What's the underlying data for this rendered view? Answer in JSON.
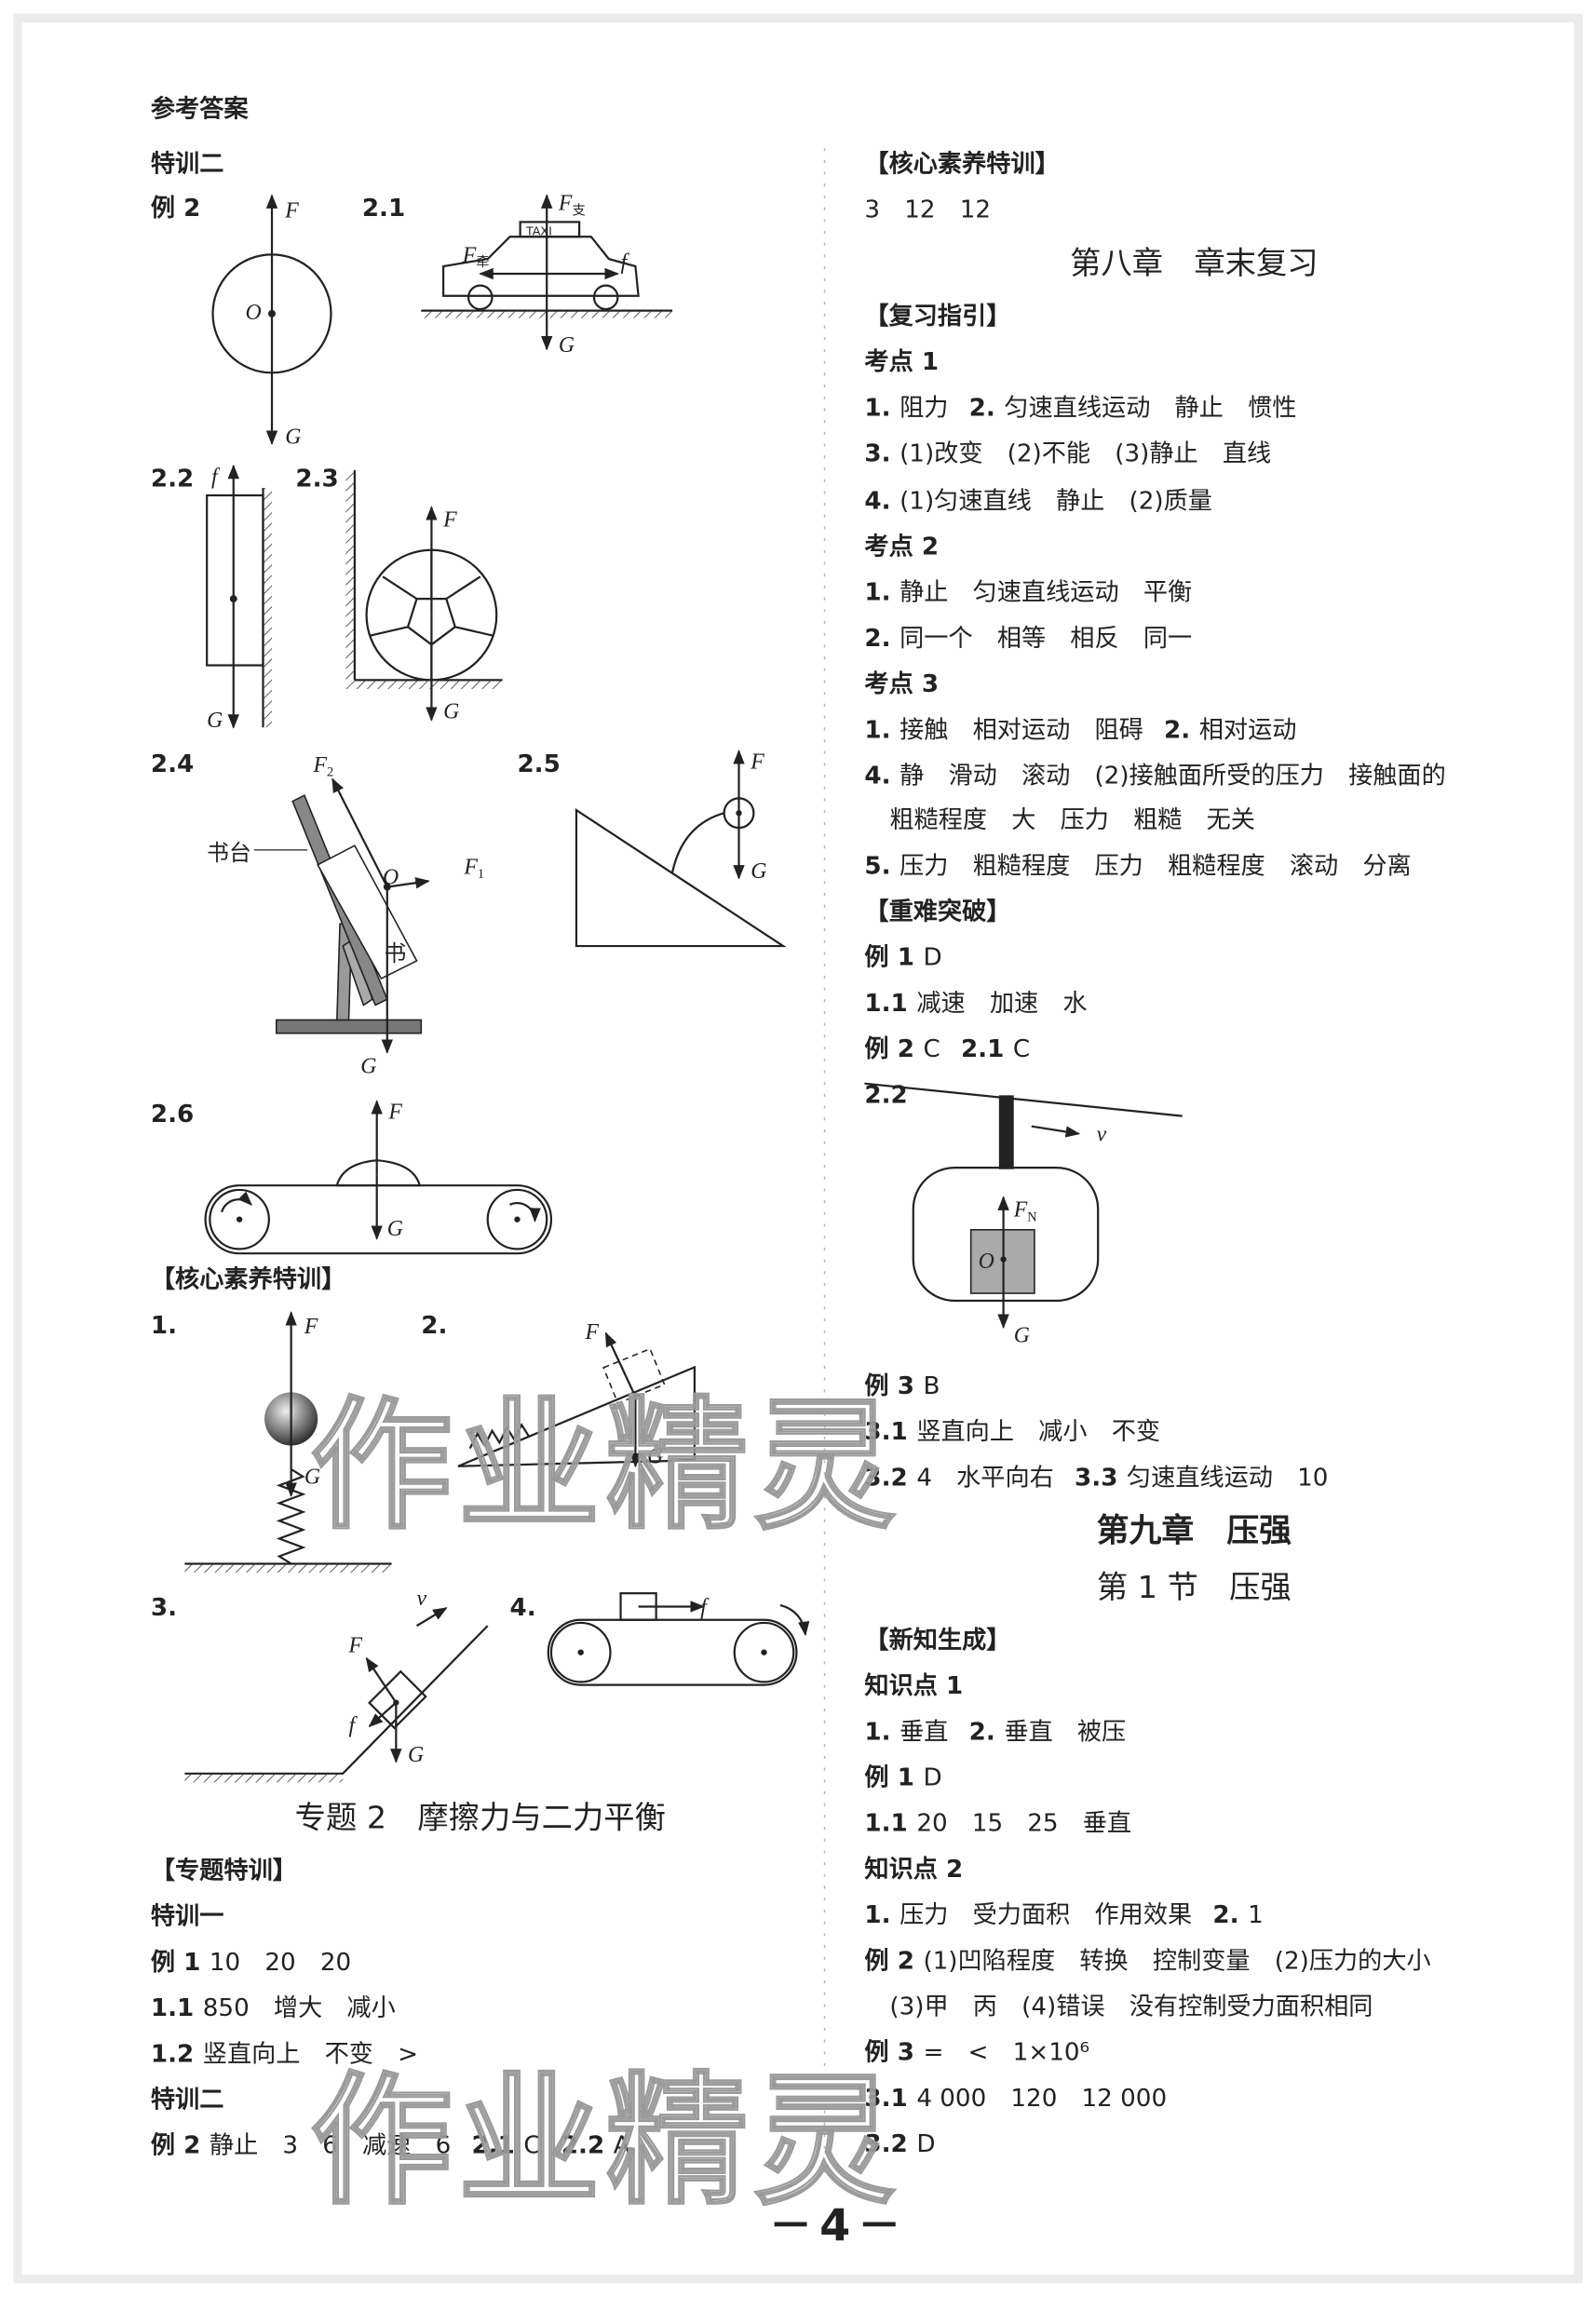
{
  "header": {
    "title": "参考答案"
  },
  "left": {
    "items": [
      [
        {
          "n": "特训二"
        }
      ],
      [
        {
          "n": "例 2"
        }
      ],
      [
        {
          "n": "2.1"
        }
      ],
      [
        {
          "n": "2.2"
        }
      ],
      [
        {
          "n": "2.3"
        }
      ],
      [
        {
          "n": "2.4"
        }
      ],
      [
        {
          "n": "2.5"
        }
      ],
      [
        {
          "n": "2.6"
        }
      ],
      [
        {
          "n": "【核心素养特训】"
        }
      ],
      [
        {
          "n": "1."
        }
      ],
      [
        {
          "n": "2."
        }
      ],
      [
        {
          "n": "3."
        }
      ],
      [
        {
          "n": "4."
        }
      ],
      [
        {
          "n": "【专题特训】"
        }
      ],
      [
        {
          "n": "特训一"
        }
      ],
      [
        {
          "n": "例 1",
          "t": "10　20　20"
        }
      ],
      [
        {
          "n": "1.1",
          "t": "850　增大　减小"
        }
      ],
      [
        {
          "n": "1.2",
          "t": "竖直向上　不变　>"
        }
      ],
      [
        {
          "n": "特训二"
        }
      ],
      [
        {
          "n": "例 2",
          "t": "静止　3　6　减速　6"
        },
        {
          "n": "2.1",
          "t": "C"
        },
        {
          "n": "2.2",
          "t": "A"
        }
      ]
    ],
    "topic_title": "专题 2　摩擦力与二力平衡"
  },
  "right": {
    "items": [
      [
        {
          "n": "【核心素养特训】"
        }
      ],
      [
        {
          "t": "3　12　12"
        }
      ],
      [
        {
          "n": "【复习指引】"
        }
      ],
      [
        {
          "n": "考点 1"
        }
      ],
      [
        {
          "n": "1.",
          "t": "阻力"
        },
        {
          "n": "2.",
          "t": "匀速直线运动　静止　惯性"
        }
      ],
      [
        {
          "n": "3.",
          "t": "(1)改变　(2)不能　(3)静止　直线"
        }
      ],
      [
        {
          "n": "4.",
          "t": "(1)匀速直线　静止　(2)质量"
        }
      ],
      [
        {
          "n": "考点 2"
        }
      ],
      [
        {
          "n": "1.",
          "t": "静止　匀速直线运动　平衡"
        }
      ],
      [
        {
          "n": "2.",
          "t": "同一个　相等　相反　同一"
        }
      ],
      [
        {
          "n": "考点 3"
        }
      ],
      [
        {
          "n": "1.",
          "t": "接触　相对运动　阻碍"
        },
        {
          "n": "2.",
          "t": "相对运动"
        }
      ],
      [
        {
          "n": "4.",
          "t": "静　滑动　滚动　(2)接触面所受的压力　接触面的"
        }
      ],
      [
        {
          "t": "粗糙程度　大　压力　粗糙　无关"
        }
      ],
      [
        {
          "n": "5.",
          "t": "压力　粗糙程度　压力　粗糙程度　滚动　分离"
        }
      ],
      [
        {
          "n": "【重难突破】"
        }
      ],
      [
        {
          "n": "例 1",
          "t": "D"
        }
      ],
      [
        {
          "n": "1.1",
          "t": "减速　加速　水"
        }
      ],
      [
        {
          "n": "例 2",
          "t": "C"
        },
        {
          "n": "2.1",
          "t": "C"
        }
      ],
      [
        {
          "n": "2.2"
        }
      ],
      [
        {
          "n": "例 3",
          "t": "B"
        }
      ],
      [
        {
          "n": "3.1",
          "t": "竖直向上　减小　不变"
        }
      ],
      [
        {
          "n": "3.2",
          "t": "4　水平向右"
        },
        {
          "n": "3.3",
          "t": "匀速直线运动　10"
        }
      ],
      [
        {
          "n": "【新知生成】"
        }
      ],
      [
        {
          "n": "知识点 1"
        }
      ],
      [
        {
          "n": "1.",
          "t": "垂直"
        },
        {
          "n": "2.",
          "t": "垂直　被压"
        }
      ],
      [
        {
          "n": "例 1",
          "t": "D"
        }
      ],
      [
        {
          "n": "1.1",
          "t": "20　15　25　垂直"
        }
      ],
      [
        {
          "n": "知识点 2"
        }
      ],
      [
        {
          "n": "1.",
          "t": "压力　受力面积　作用效果"
        },
        {
          "n": "2.",
          "t": "1"
        }
      ],
      [
        {
          "n": "例 2",
          "t": "(1)凹陷程度　转换　控制变量　(2)压力的大小"
        }
      ],
      [
        {
          "t": "(3)甲　丙　(4)错误　没有控制受力面积相同"
        }
      ],
      [
        {
          "n": "例 3",
          "t": "=　<　1×10⁶"
        }
      ],
      [
        {
          "n": "3.1",
          "t": "4 000　120　12 000"
        }
      ],
      [
        {
          "n": "3.2",
          "t": "D"
        }
      ]
    ],
    "chapter8_title": "第八章　章末复习",
    "chapter9_title": "第九章　压强",
    "section1_title": "第 1 节　压强"
  },
  "diagrams": {
    "ex2": {
      "F": "F",
      "G": "G",
      "O": "O"
    },
    "d21": {
      "F": "F",
      "F_sub": "支",
      "Fq": "F",
      "Fq_sub": "牵",
      "f": "f",
      "G": "G",
      "taxi": "TAXI"
    },
    "d22": {
      "f": "f",
      "G": "G"
    },
    "d23": {
      "F": "F",
      "G": "G"
    },
    "d24": {
      "F2": "F",
      "F2_sub": "2",
      "F1": "F",
      "F1_sub": "1",
      "O": "O",
      "G": "G",
      "stand": "书台",
      "book": "书"
    },
    "d25": {
      "F": "F",
      "G": "G"
    },
    "d26": {
      "F": "F",
      "G": "G"
    },
    "c1": {
      "F": "F",
      "G": "G"
    },
    "c2": {
      "F": "F",
      "G": "G"
    },
    "c3": {
      "F": "F",
      "f": "f",
      "v": "v",
      "G": "G"
    },
    "c4": {
      "f": "f"
    },
    "r22": {
      "v": "v",
      "FN": "F",
      "FN_sub": "N",
      "O": "O",
      "G": "G"
    }
  },
  "watermark": "作业精灵",
  "page_number": "4"
}
